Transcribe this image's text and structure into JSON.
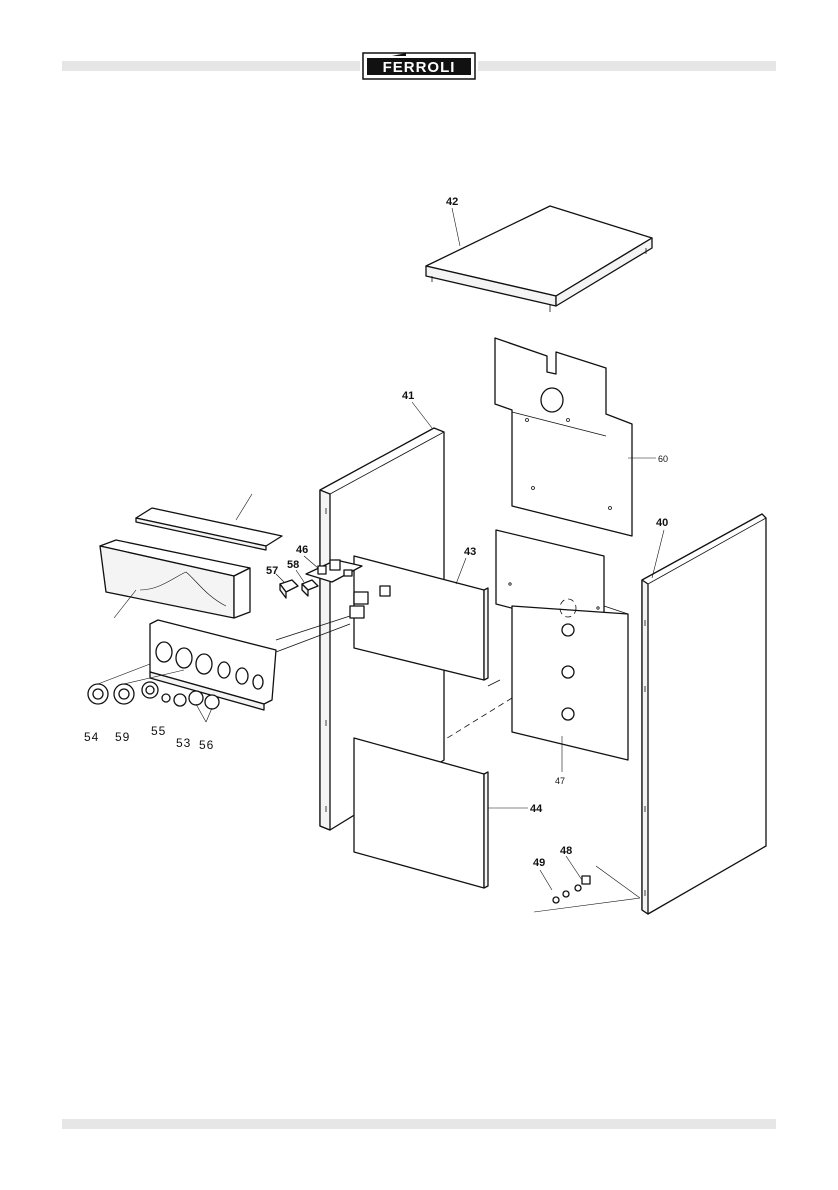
{
  "header": {
    "brand": "FERROLI"
  },
  "parts": {
    "p40": "40",
    "p41": "41",
    "p42": "42",
    "p43": "43",
    "p44": "44",
    "p46": "46",
    "p47": "47",
    "p48": "48",
    "p49": "49",
    "p53": "53",
    "p54": "54",
    "p55": "55",
    "p56": "56",
    "p57": "57",
    "p58": "58",
    "p59": "59",
    "p60": "60"
  }
}
